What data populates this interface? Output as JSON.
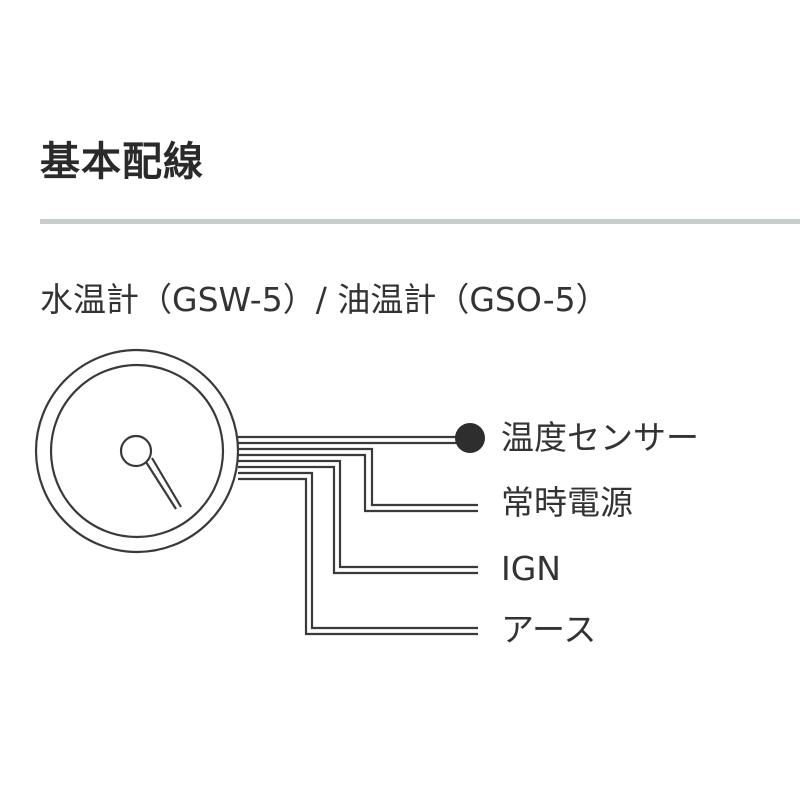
{
  "title": "基本配線",
  "subtitle": "水温計（GSW-5）/ 油温計（GSO-5）",
  "wires": [
    {
      "label": "温度センサー",
      "terminal": "filled-dot"
    },
    {
      "label": "常時電源"
    },
    {
      "label": "IGN"
    },
    {
      "label": "アース"
    }
  ],
  "gauge": {
    "icon": "round-gauge-icon"
  },
  "colors": {
    "line": "#3a3a3a",
    "rule": "#c9cccc",
    "text": "#333333"
  }
}
